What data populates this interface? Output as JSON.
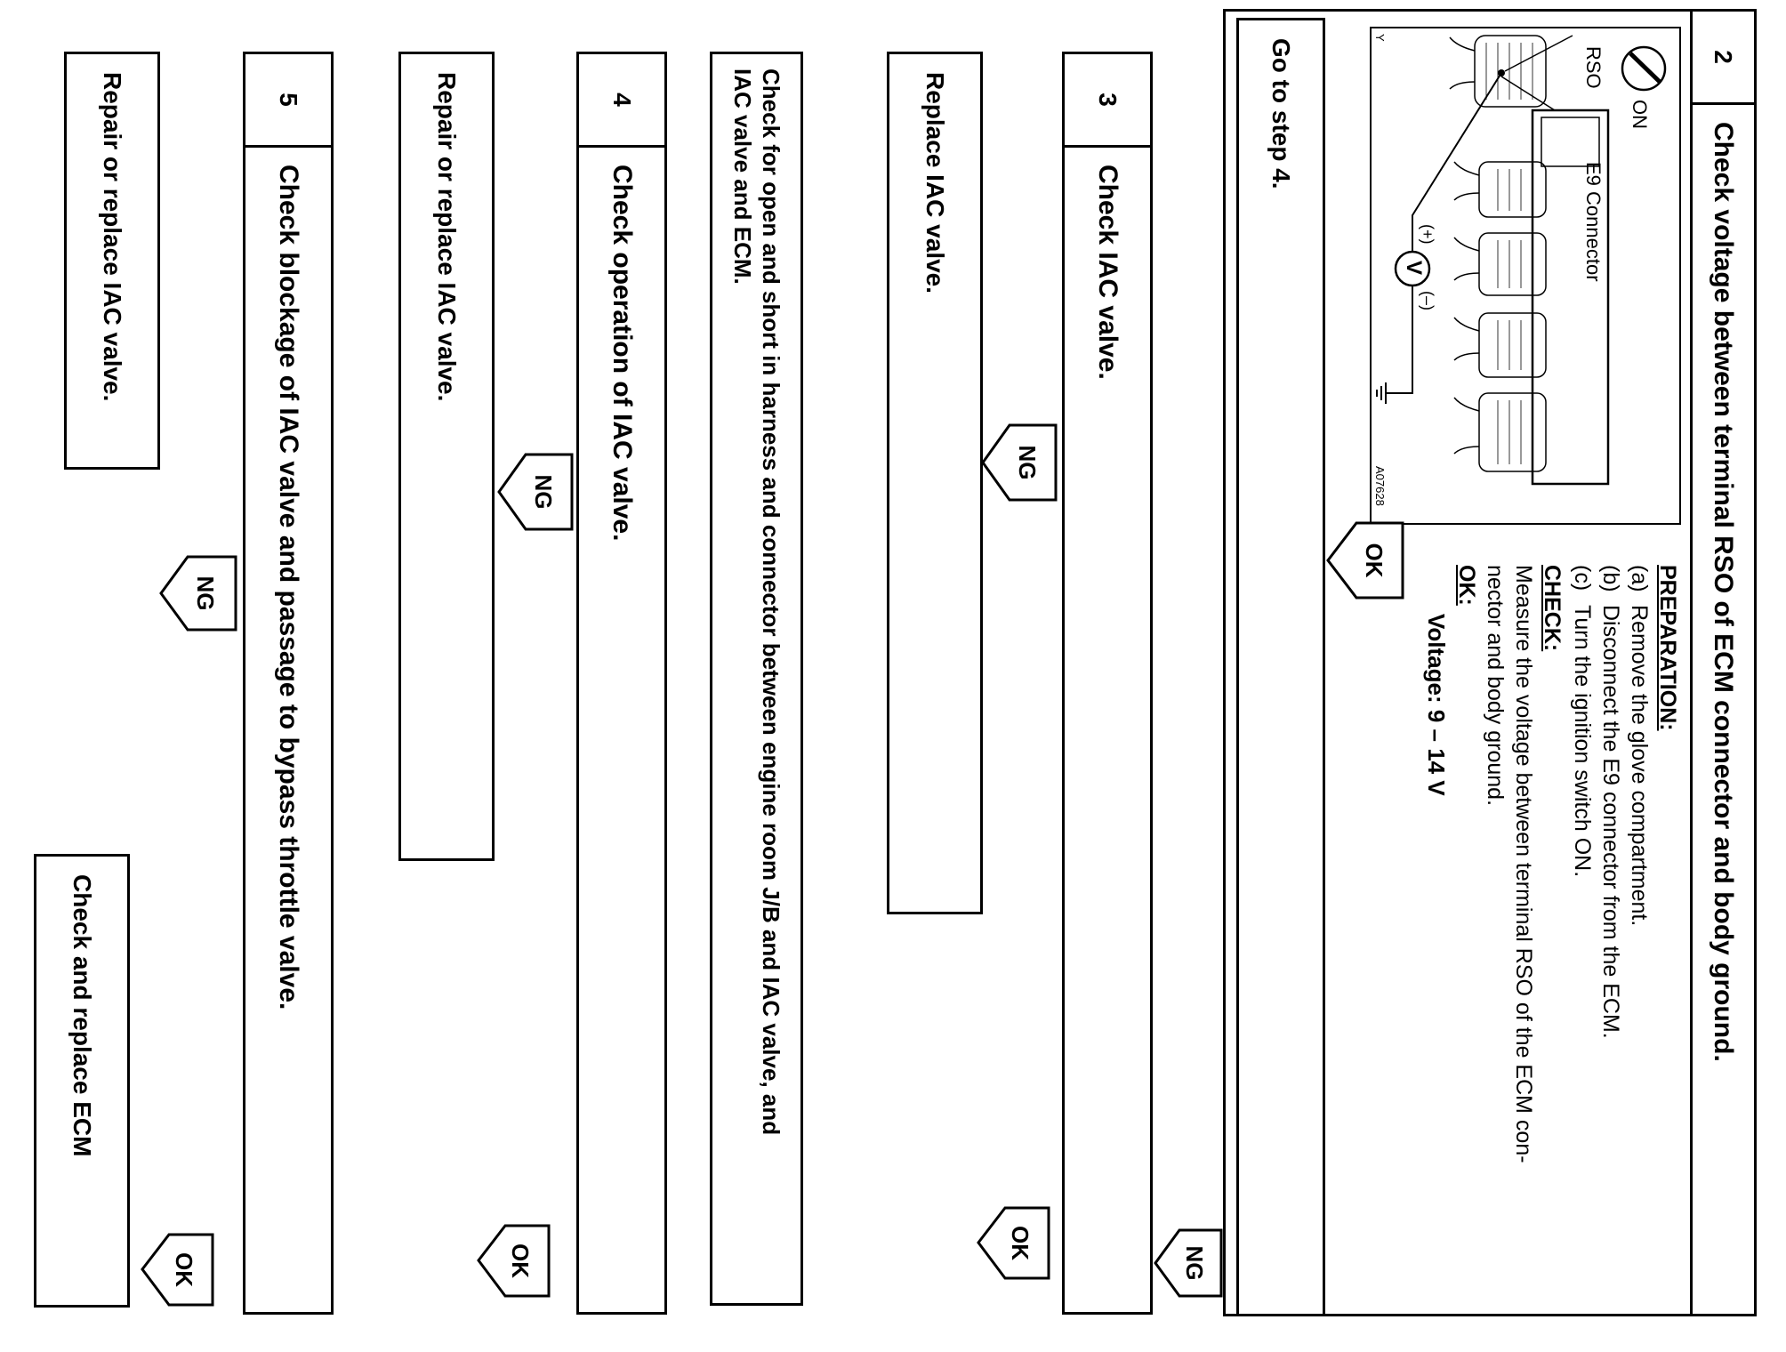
{
  "step2": {
    "number": "2",
    "title": "Check voltage between terminal RSO of ECM connector and body ground.",
    "figure": {
      "switch_label": "ON",
      "connector_label": "E9 Connector",
      "terminal_label": "RSO",
      "meter_symbol": "V",
      "plus_label": "(+)",
      "minus_label": "(–)",
      "figure_code": "A07628",
      "corner_mark": "Y"
    },
    "preparation": {
      "heading": "PREPARATION:",
      "items": [
        {
          "marker": "(a)",
          "text": "Remove the glove compartment."
        },
        {
          "marker": "(b)",
          "text": "Disconnect the E9 connector from the ECM."
        },
        {
          "marker": "(c)",
          "text": "Turn the ignition switch ON."
        }
      ]
    },
    "check": {
      "heading": "CHECK:",
      "lines": [
        "Measure the voltage between terminal RSO of the ECM con-",
        "nector and body ground."
      ]
    },
    "ok_spec": {
      "heading": "OK:",
      "value": "Voltage: 9 – 14 V"
    },
    "ok_tag": "OK",
    "ok_result": "Go to step 4."
  },
  "ng_tag_2": "NG",
  "step3": {
    "number": "3",
    "title": "Check IAC valve.",
    "ng_tag": "NG",
    "ng_result": "Replace IAC valve."
  },
  "ok_tag_3": "OK",
  "check_harness": {
    "lines": [
      "Check for open and short in harness and connector between engine room J/B and IAC valve, and",
      "IAC valve and ECM."
    ]
  },
  "step4": {
    "number": "4",
    "title": "Check operation of IAC valve.",
    "ng_tag": "NG",
    "ng_result": "Repair or replace IAC valve."
  },
  "ok_tag_4": "OK",
  "step5": {
    "number": "5",
    "title": "Check blockage of IAC valve and passage to bypass throttle valve.",
    "ng_tag": "NG",
    "ng_result": "Repair or replace IAC valve."
  },
  "ok_tag_5": "OK",
  "final_result": "Check and replace ECM"
}
